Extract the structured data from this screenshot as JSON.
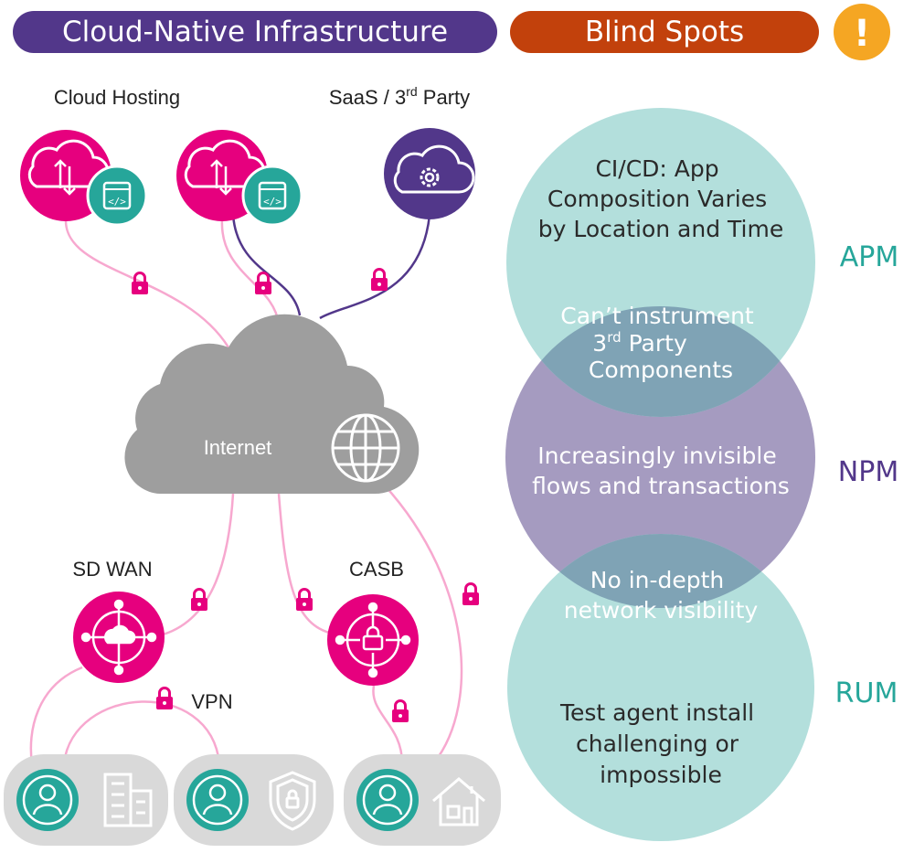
{
  "header": {
    "left_title": "Cloud-Native Infrastructure",
    "right_title": "Blind Spots",
    "alert_symbol": "!"
  },
  "labels": {
    "cloud_hosting": "Cloud Hosting",
    "saas": "SaaS / 3",
    "saas_sup": "rd",
    "saas_tail": " Party",
    "internet": "Internet",
    "sdwan": "SD WAN",
    "casb": "CASB",
    "vpn": "VPN"
  },
  "venn": {
    "apm_lines": [
      "CI/CD: App",
      "Composition Varies",
      "by Location and Time"
    ],
    "overlap1_line1": "Can’t instrument",
    "overlap1_line2_pre": "3",
    "overlap1_line2_sup": "rd",
    "overlap1_line2_post": " Party",
    "overlap1_line3": "Components",
    "npm_lines": [
      "Increasingly invisible",
      "flows and transactions"
    ],
    "overlap2_lines": [
      "No in-depth",
      "network visibility"
    ],
    "rum_lines": [
      "Test agent install",
      "challenging or",
      "impossible"
    ],
    "apm_label": "APM",
    "npm_label": "NPM",
    "rum_label": "RUM"
  },
  "colors": {
    "purple": "#52378a",
    "orange": "#c2410c",
    "alert": "#f5a623",
    "magenta": "#e6007e",
    "teal": "#26a69a",
    "gray_cloud": "#9e9e9e",
    "teal_light": "#b3dfdc",
    "lavender": "#a59bc0",
    "overlap": "#7fa3b5",
    "apm_text": "#26a69a",
    "npm_text": "#52378a",
    "rum_text": "#26a69a"
  },
  "icons": [
    "cloud-upload-icon",
    "code-window-icon",
    "gear-cloud-icon",
    "globe-icon",
    "network-hub-icon",
    "security-lock-hub-icon",
    "user-icon",
    "building-icon",
    "shield-lock-icon",
    "house-icon",
    "padlock-icon",
    "alert-icon"
  ]
}
